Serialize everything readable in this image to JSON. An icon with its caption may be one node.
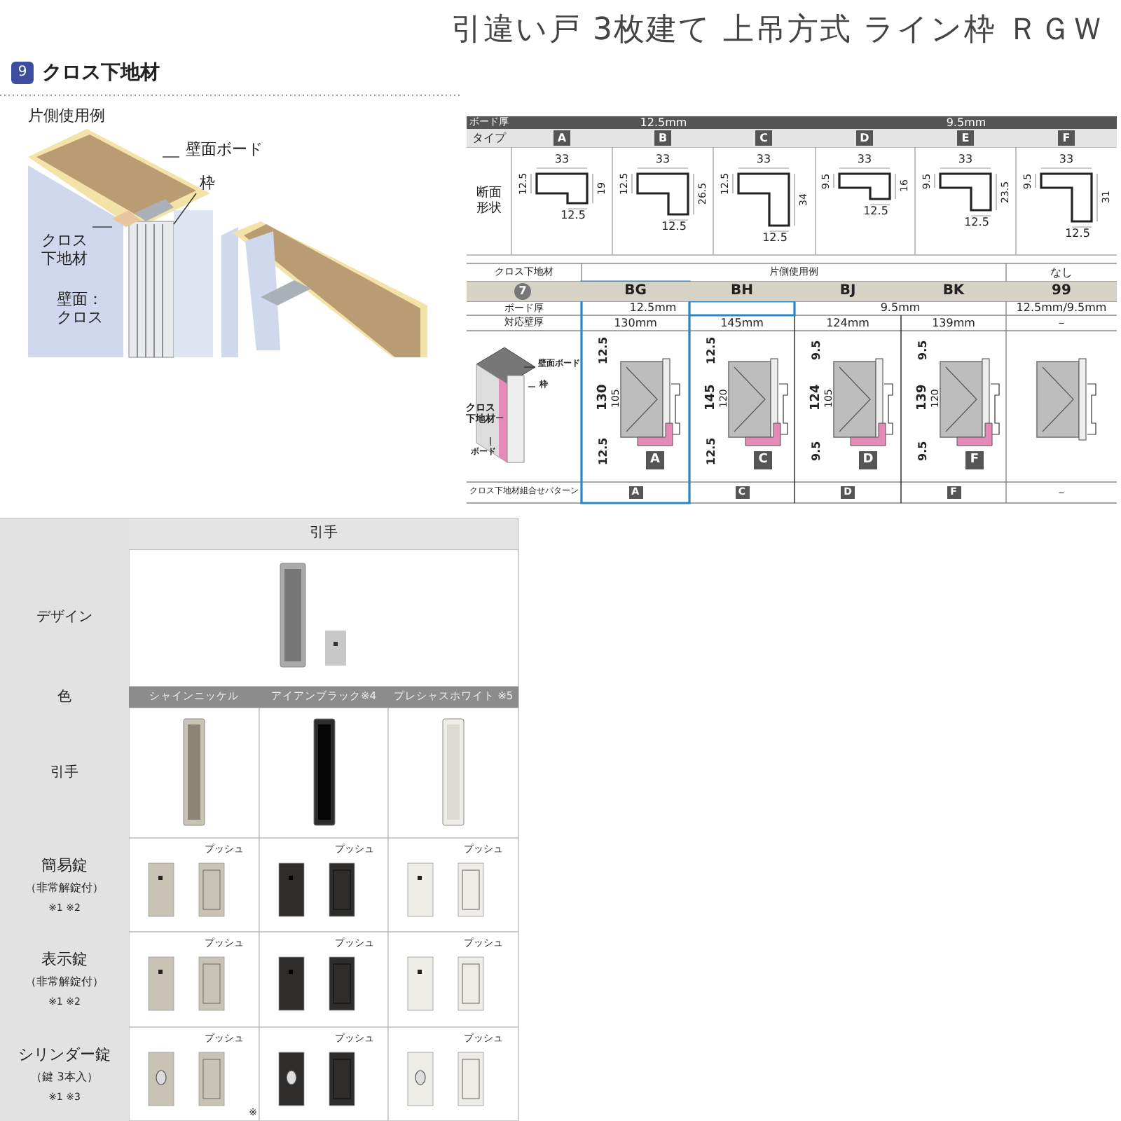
{
  "diagram": {
    "title": "引違い戸 3枚建て 上吊方式 ライン枠 ＲＧＷ",
    "nodes": [
      {
        "text": [
          "壁面ボード"
        ]
      },
      {
        "text": [
          "枠"
        ]
      },
      {
        "text": [
          "クロス下地材"
        ]
      },
      {
        "text": [
          "壁面ボード"
        ]
      },
      {
        "text": [
          "枠"
        ]
      },
      {
        "text": [
          "クロス下地材"
        ]
      },
      {
        "text": [
          "ボード"
        ]
      },
      {
        "text": [],
        "shape": "box"
      }
    ],
    "edges": [
      {
        "from": 0,
        "to": null,
        "arrow": "none"
      },
      {
        "from": 1,
        "to": null,
        "arrow": "none"
      },
      {
        "from": 2,
        "to": 7,
        "arrow": "none"
      },
      {
        "from": 3,
        "to": null,
        "arrow": "none"
      },
      {
        "from": 4,
        "to": null,
        "arrow": "none"
      },
      {
        "from": 5,
        "to": null,
        "arrow": "none"
      },
      {
        "from": 6,
        "to": null,
        "arrow": "none"
      }
    ],
    "labels": [
      "9",
      "クロス下地材",
      "片側使用例",
      "壁面：クロス",
      "ボード厚",
      "12.5mm",
      "9.5mm",
      "タイプ",
      "A",
      "B",
      "C",
      "D",
      "E",
      "F",
      "断面形状",
      "33",
      "12.5",
      "19",
      "12.5",
      "33",
      "12.5",
      "26.5",
      "12.5",
      "33",
      "12.5",
      "34",
      "12.5",
      "33",
      "9.5",
      "16",
      "12.5",
      "33",
      "9.5",
      "23.5",
      "12.5",
      "33",
      "9.5",
      "31",
      "12.5",
      "クロス下地材",
      "片側使用例",
      "なし",
      "7",
      "BG",
      "BH",
      "BJ",
      "BK",
      "99",
      "ボード厚",
      "12.5mm",
      "9.5mm",
      "12.5mm/9.5mm",
      "対応壁厚",
      "130mm",
      "145mm",
      "124mm",
      "139mm",
      "－",
      "12.5",
      "130",
      "105",
      "12.5",
      "A",
      "12.5",
      "145",
      "120",
      "12.5",
      "C",
      "9.5",
      "124",
      "105",
      "9.5",
      "D",
      "9.5",
      "139",
      "120",
      "9.5",
      "F",
      "クロス下地材組合せパターン",
      "A",
      "C",
      "D",
      "F",
      "－",
      "引手",
      "デザイン",
      "色",
      "シャインニッケル",
      "アイアンブラック※4",
      "プレシャスホワイト ※5",
      "引手",
      "簡易錠",
      "（非常解錠付）",
      "※1 ※2",
      "プッシュ",
      "プッシュ",
      "プッシュ",
      "表示錠",
      "（非常解錠付）",
      "※1 ※2",
      "プッシュ",
      "プッシュ",
      "プッシュ",
      "シリンダー錠",
      "（鍵 3本入）",
      "※1 ※3",
      "プッシュ",
      "プッシュ",
      "プッシュ",
      "※"
    ]
  }
}
